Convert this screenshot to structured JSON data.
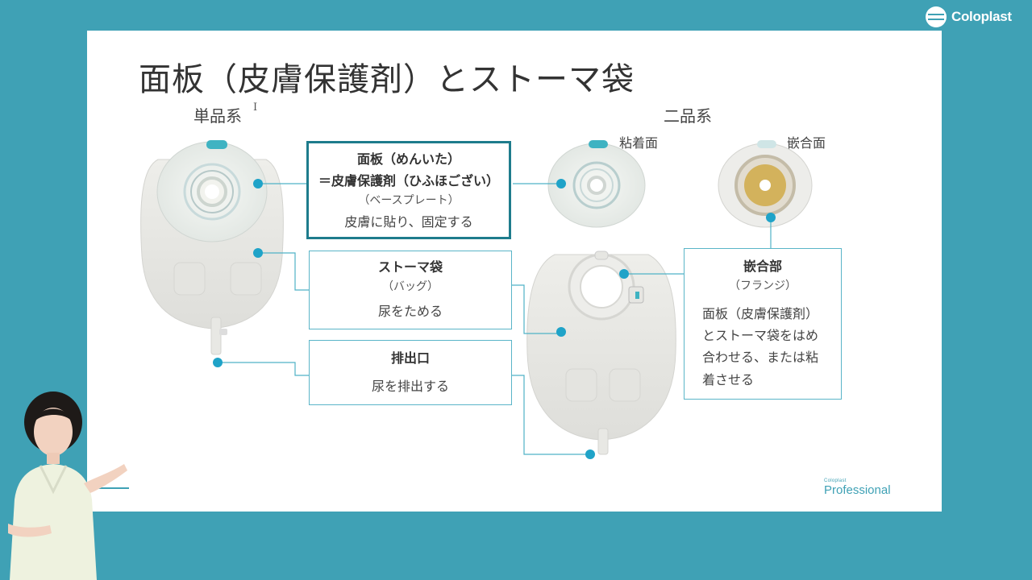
{
  "brand": {
    "name": "Coloplast",
    "logo_icon": "coloplast-logo-icon"
  },
  "slide": {
    "title": "面板（皮膚保護剤）とストーマ袋",
    "one_piece_label": "単品系",
    "cursor_glyph": "I",
    "two_piece_label": "二品系",
    "adhesive_side_label": "粘着面",
    "coupling_side_label": "嵌合面",
    "faceplate_box": {
      "line1": "面板（めんいた）",
      "line2": "＝皮膚保護剤（ひふほござい）",
      "line3": "（ベースプレート）",
      "line4": "皮膚に貼り、固定する"
    },
    "pouch_box": {
      "title": "ストーマ袋",
      "subtitle": "（バッグ）",
      "desc": "尿をためる"
    },
    "outlet_box": {
      "title": "排出口",
      "desc": "尿を排出する"
    },
    "flange_box": {
      "title": "嵌合部",
      "subtitle": "（フランジ）",
      "desc_line1": "面板（皮膚保護剤）",
      "desc_line2": "とストーマ袋をはめ",
      "desc_line3": "合わせる、または粘",
      "desc_line4": "着させる"
    },
    "footer_logo": {
      "small": "Coloplast",
      "big": "Professional"
    }
  },
  "colors": {
    "background": "#3fa1b5",
    "accent_dot": "#1fa3c8",
    "box_border": "#5ab5c8",
    "main_box_border": "#1e7c8c"
  }
}
